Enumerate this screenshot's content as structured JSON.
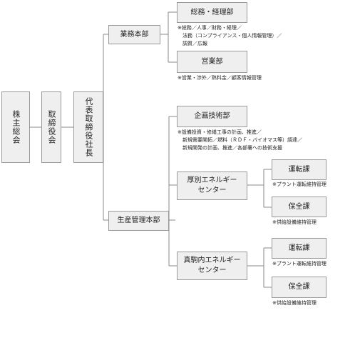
{
  "nodes": {
    "shareholders": "株主総会",
    "board": "取締役会",
    "president": "代表取締役社長",
    "business_hq": "業務本部",
    "general_affairs": "総務・経理部",
    "sales": "営業部",
    "production_hq": "生産管理本部",
    "planning": "企画技術部",
    "atsubetsu_center": "厚別エネルギー\nセンター",
    "atsubetsu_ops": "運転課",
    "atsubetsu_maint": "保全課",
    "makomanai_center": "真駒内エネルギー\nセンター",
    "makomanai_ops": "運転課",
    "makomanai_maint": "保全課"
  },
  "notes": {
    "general_affairs": "※総務／人事／財務・経理／\n　法務（コンプライアンス・個人情報管理）／\n　調質／広報",
    "sales": "※営業・渉外／熱料金／顧客情報管理",
    "planning": "※設備投資・修繕工事の計画、推進／\n　新規需要開拓／燃料（ＲＤＦ・バイオマス等）調達／\n　新規開発の計画、推進／各部署への技術支援",
    "atsubetsu_ops": "※プラント運転維持管理",
    "atsubetsu_maint": "※供給設備維持管理",
    "makomanai_ops": "※プラント運転維持管理",
    "makomanai_maint": "※供給設備維持管理"
  }
}
